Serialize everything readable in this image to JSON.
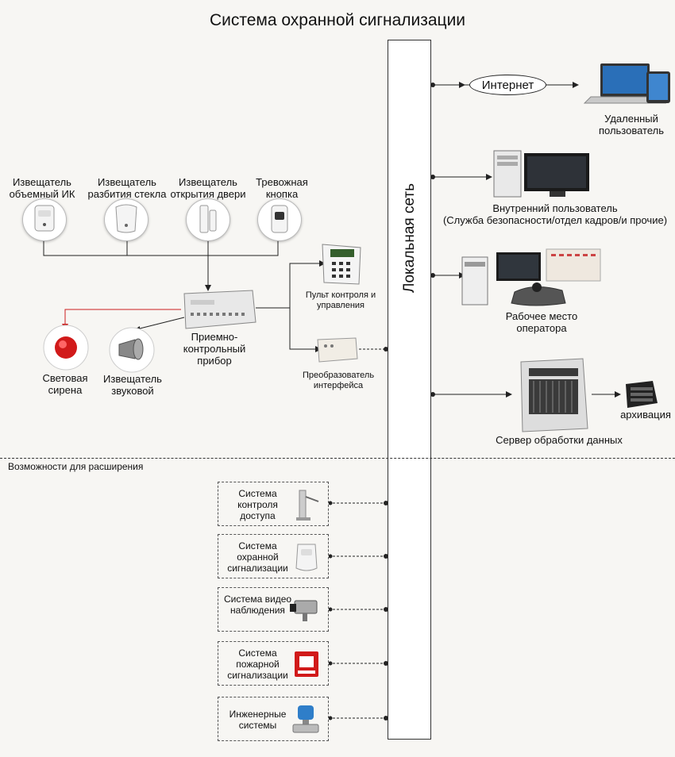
{
  "title": "Система охранной сигнализации",
  "bus_label": "Локальная сеть",
  "internet": "Интернет",
  "remote_user": "Удаленный пользователь",
  "internal_user": {
    "line1": "Внутренний пользователь",
    "line2": "(Служба безопасности/отдел кадров/и прочие)"
  },
  "operator": "Рабочее место оператора",
  "server": "Сервер обработки данных",
  "archive": "архивация",
  "sensors": [
    {
      "label": "Извещатель объемный ИК",
      "icon": "ir-motion-detector-icon"
    },
    {
      "label": "Извещатель разбития стекла",
      "icon": "glass-break-detector-icon"
    },
    {
      "label": "Извещатель открытия двери",
      "icon": "door-contact-icon"
    },
    {
      "label": "Тревожная кнопка",
      "icon": "panic-button-icon"
    }
  ],
  "control_panel": "Приемно-контрольный прибор",
  "keypad": "Пульт контроля и управления",
  "interface_converter": "Преобразователь интерфейса",
  "siren": "Световая сирена",
  "sounder": "Извещатель звуковой",
  "expansion_title": "Возможности для расширения",
  "expansion": [
    {
      "label": "Система контроля доступа",
      "icon": "turnstile-icon"
    },
    {
      "label": "Система охранной сигнализации",
      "icon": "motion-sensor-icon"
    },
    {
      "label": "Система видео наблюдения",
      "icon": "cctv-camera-icon"
    },
    {
      "label": "Система пожарной сигнализации",
      "icon": "fire-call-point-icon"
    },
    {
      "label": "Инженерные системы",
      "icon": "motorized-valve-icon"
    }
  ],
  "colors": {
    "alarm_line": "#cc1f1f",
    "wire": "#222222"
  }
}
